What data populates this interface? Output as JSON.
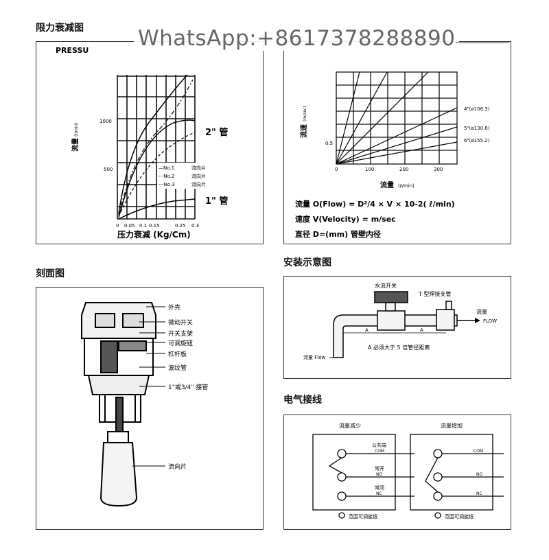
{
  "watermark": "WhatsApp:+8617378288890",
  "sections": {
    "pressure_loss_title": "限力衰减图",
    "section_view_title": "刻面图",
    "install_title": "安装示意图",
    "wiring_title": "电气接线"
  },
  "pressure_chart": {
    "corner_label": "PRESSU",
    "y_label": "流量",
    "y_unit": "(ℓ/min)",
    "y_ticks": [
      "1000",
      "500"
    ],
    "x_ticks": [
      "0",
      "0.05",
      "0.1",
      "0.15",
      "0.25",
      "0.3"
    ],
    "x_label": "压力衰减 (Kg/Cm)",
    "pipe_2in": "2\" 管",
    "pipe_1in": "1\" 管",
    "legend": [
      {
        "key": "—No.1",
        "text": "流向片"
      },
      {
        "key": "-·-No.2",
        "text": "流向片"
      },
      {
        "key": "---No.3",
        "text": "流向片"
      }
    ]
  },
  "velocity_chart": {
    "y_label": "流速",
    "y_unit": "(m/sec)",
    "y_tick": "0.5",
    "x_ticks": [
      "0",
      "100",
      "200",
      "300"
    ],
    "x_label": "流量",
    "x_unit": "(ℓ/min)",
    "curve_labels": [
      "4\"(ø106.3)",
      "5\"(ø130.8)",
      "6\"(ø155.2)"
    ],
    "formula_flow": "流量 O(Flow)   =   D²/4 × V × 10-2( ℓ/min)",
    "formula_velocity": "速度 V(Velocity)  =   m/sec",
    "formula_diameter": "直径 D=(mm) 管壁内径"
  },
  "section_view": {
    "labels": [
      "外壳",
      "微动开关",
      "开关支架",
      "可调旋钮",
      "杠杆板",
      "波纹管",
      "1\"或3/4\" 接管",
      "流向片"
    ]
  },
  "install": {
    "switch_label": "水流开关",
    "tee_label": "T 型焊接支管",
    "flow_out_cn": "流量",
    "flow_out_en": "FLOW",
    "flow_in": "流量 Flow",
    "dim_a": "A",
    "note": "A 必须大于 5 倍管径距离"
  },
  "wiring": {
    "left_title": "流量减少",
    "right_title": "流量增加",
    "com_cn": "公共端",
    "com": "COM",
    "no_cn": "常开",
    "no": "NO",
    "nc_cn": "常闭",
    "nc": "NC",
    "adjust": "范围可调旋钮"
  }
}
